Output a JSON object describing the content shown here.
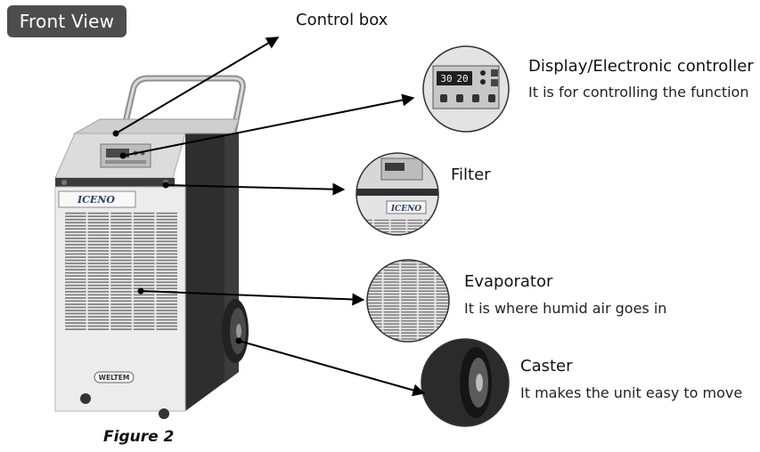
{
  "header": {
    "title": "Front View"
  },
  "figure_caption": "Figure 2",
  "device": {
    "brand_badge": "ICENO",
    "maker_badge": "WELTEM"
  },
  "display": {
    "readout_left": "30",
    "readout_right": "20"
  },
  "callouts": [
    {
      "label": "Control box",
      "description": ""
    },
    {
      "label": "Display/Electronic controller",
      "description": "It is for controlling the function"
    },
    {
      "label": "Filter",
      "description": ""
    },
    {
      "label": "Evaporator",
      "description": "It is where humid air goes in"
    },
    {
      "label": "Caster",
      "description": "It makes the unit easy to move"
    }
  ],
  "colors": {
    "tag_bg": "#4d4d4d",
    "arrow": "#000000",
    "body_panel": "#e9e9e9",
    "side_panel": "#2e2e2e"
  }
}
